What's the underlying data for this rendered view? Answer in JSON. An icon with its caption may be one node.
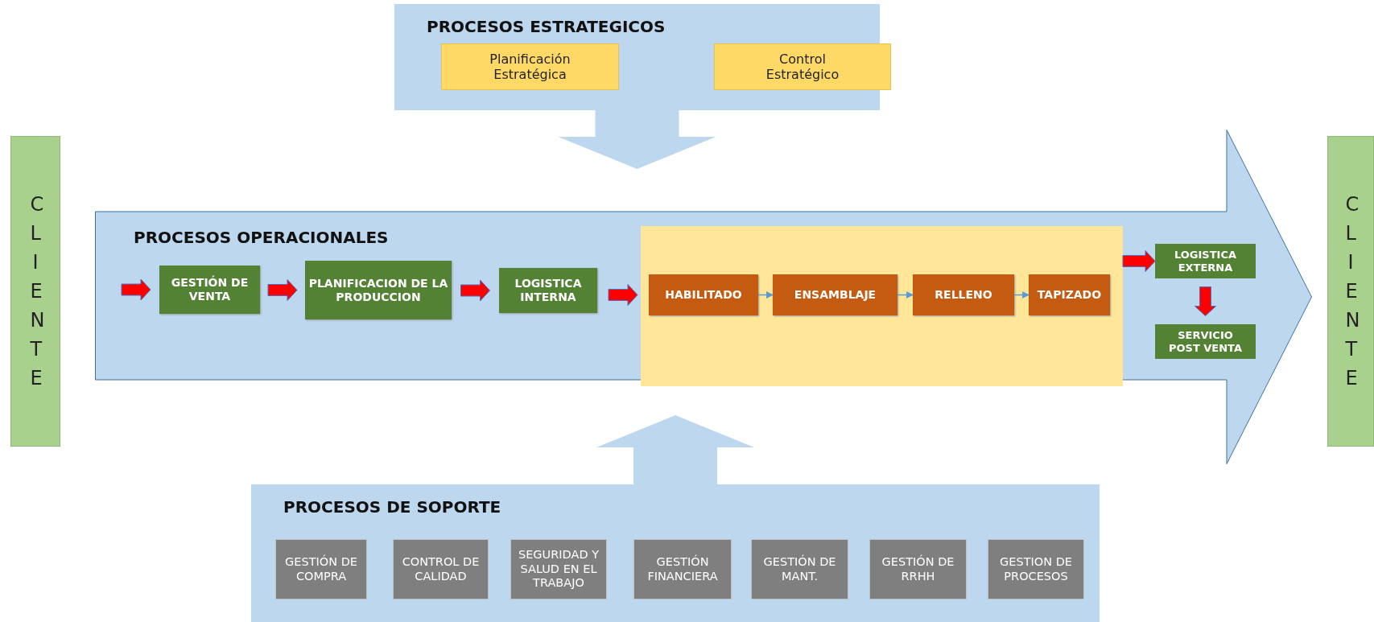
{
  "diagram": {
    "nodes": [
      {
        "text": [
          "PROCESOS ESTRATEGICOS"
        ]
      },
      {
        "text": [
          "Planificación Estratégica"
        ],
        "in": 0
      },
      {
        "text": [
          "Control Estratégico"
        ],
        "in": 0
      },
      {
        "text": [
          "CLIENTE"
        ]
      },
      {
        "text": [
          "PROCESOS OPERACIONALES"
        ]
      },
      {
        "text": [
          "GESTIÓN DE VENTA"
        ],
        "in": 4
      },
      {
        "text": [
          "PLANIFICACION DE LA PRODUCCION"
        ],
        "in": 4
      },
      {
        "text": [
          "LOGISTICA INTERNA"
        ],
        "in": 4
      },
      {
        "text": [],
        "shape": "box",
        "in": 4
      },
      {
        "text": [
          "HABILITADO"
        ],
        "in": 8
      },
      {
        "text": [
          "ENSAMBLAJE"
        ],
        "in": 8
      },
      {
        "text": [
          "RELLENO"
        ],
        "in": 8
      },
      {
        "text": [
          "TAPIZADO"
        ],
        "in": 8
      },
      {
        "text": [
          "LOGISTICA EXTERNA"
        ],
        "in": 4
      },
      {
        "text": [
          "SERVICIO POST VENTA"
        ],
        "in": 4
      },
      {
        "text": [
          "CLIENTE"
        ]
      },
      {
        "text": [
          "PROCESOS DE SOPORTE"
        ]
      },
      {
        "text": [
          "GESTIÓN DE COMPRA"
        ],
        "in": 16
      },
      {
        "text": [
          "CONTROL DE CALIDAD"
        ],
        "in": 16
      },
      {
        "text": [
          "SEGURIDAD Y SALUD EN EL TRABAJO"
        ],
        "in": 16
      },
      {
        "text": [
          "GESTIÓN FINANCIERA"
        ],
        "in": 16
      },
      {
        "text": [
          "GESTIÓN DE MANT."
        ],
        "in": 16
      },
      {
        "text": [
          "GESTIÓN DE RRHH"
        ],
        "in": 16
      },
      {
        "text": [
          "GESTION DE PROCESOS"
        ],
        "in": 16
      }
    ],
    "edges": [
      {
        "from": 0,
        "to": 4,
        "arrow": "to",
        "style": "thick",
        "color": "#bdd7ee"
      },
      {
        "from": 16,
        "to": 4,
        "arrow": "to",
        "style": "thick",
        "color": "#bdd7ee"
      },
      {
        "from": null,
        "to": 5,
        "arrow": "to",
        "style": "thick"
      },
      {
        "from": 5,
        "to": 6,
        "arrow": "to",
        "style": "thick"
      },
      {
        "from": 6,
        "to": 7,
        "arrow": "to",
        "style": "thick"
      },
      {
        "from": 7,
        "to": 9,
        "arrow": "to",
        "style": "thick"
      },
      {
        "from": 9,
        "to": 10,
        "arrow": "to",
        "color": "#5b9bd5"
      },
      {
        "from": 10,
        "to": 11,
        "arrow": "to",
        "color": "#5b9bd5"
      },
      {
        "from": 11,
        "to": 12,
        "arrow": "to",
        "color": "#5b9bd5"
      },
      {
        "from": 8,
        "to": 13,
        "arrow": "to",
        "style": "thick"
      },
      {
        "from": 13,
        "to": 14,
        "arrow": "to",
        "style": "thick"
      }
    ]
  }
}
